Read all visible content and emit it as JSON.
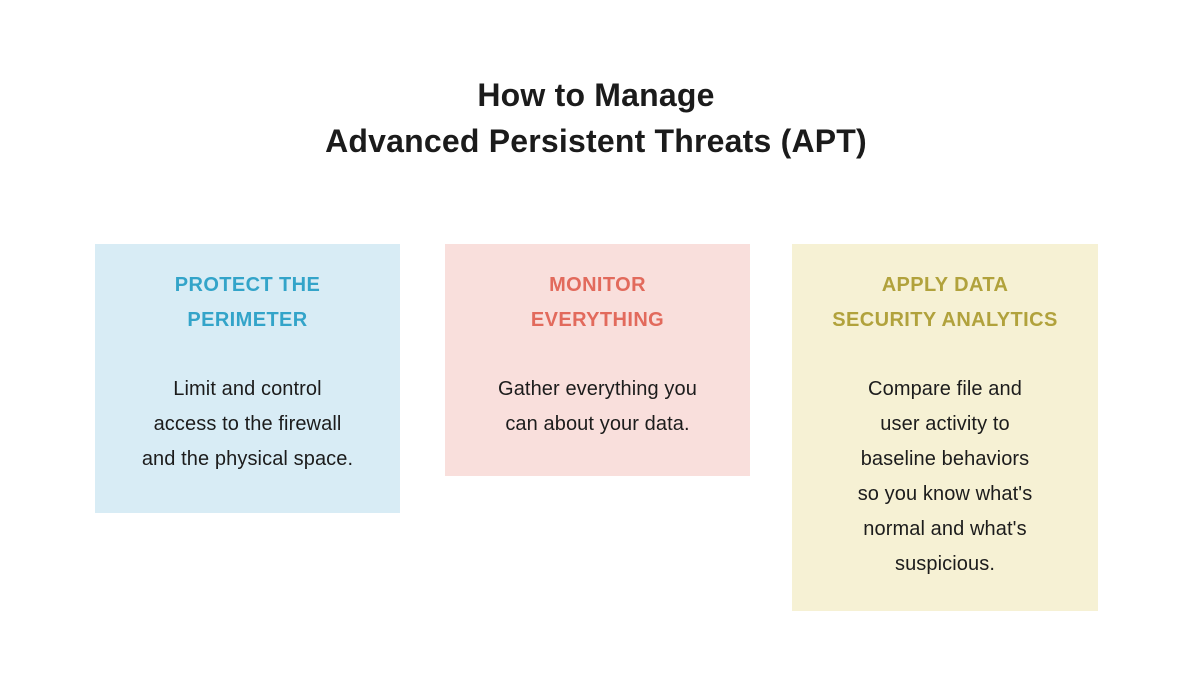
{
  "title": {
    "lines": [
      "How to Manage",
      "Advanced Persistent Threats (APT)"
    ]
  },
  "colors": {
    "page_bg": "#FFFFFF",
    "title_text": "#1B1B1B",
    "body_text": "#1C1C1C"
  },
  "cards": [
    {
      "heading_lines": [
        "PROTECT THE",
        "PERIMETER"
      ],
      "body_lines": [
        "Limit and control",
        "access to the firewall",
        "and the physical space."
      ],
      "bg_color": "#D8ECF5",
      "heading_color": "#33A4C9"
    },
    {
      "heading_lines": [
        "MONITOR",
        "EVERYTHING"
      ],
      "body_lines": [
        "Gather everything you",
        "can about your data."
      ],
      "bg_color": "#F9DFDC",
      "heading_color": "#E26A5C"
    },
    {
      "heading_lines": [
        "APPLY DATA",
        "SECURITY ANALYTICS"
      ],
      "body_lines": [
        "Compare file and",
        "user activity to",
        "baseline behaviors",
        "so you know what's",
        "normal and what's",
        "suspicious."
      ],
      "bg_color": "#F6F1D4",
      "heading_color": "#B1A23C"
    }
  ]
}
